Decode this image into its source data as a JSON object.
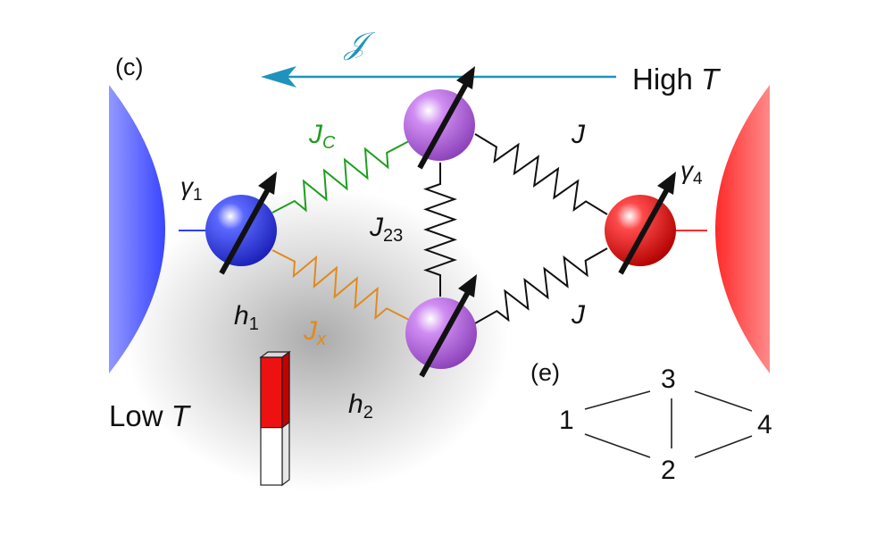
{
  "panel_labels": {
    "c": "(c)",
    "e": "(e)"
  },
  "current": {
    "symbol": "𝒥",
    "color": "#1f93bd"
  },
  "baths": {
    "high": {
      "prefix": "High ",
      "var": "T",
      "color": "#ff2a2a"
    },
    "low": {
      "prefix": "Low ",
      "var": "T",
      "color": "#2f3dff"
    }
  },
  "couplings": {
    "jc": {
      "base": "J",
      "sub": "C",
      "color": "#1e9e1e"
    },
    "jx": {
      "base": "J",
      "sub": "x",
      "color": "#e08a1e"
    },
    "j23": {
      "base": "J",
      "sub": "23"
    },
    "j_top": "J",
    "j_bottom": "J"
  },
  "dissipation": {
    "g1": {
      "base": "γ",
      "sub": "1"
    },
    "g4": {
      "base": "γ",
      "sub": "4"
    }
  },
  "fields": {
    "h1": {
      "base": "h",
      "sub": "1"
    },
    "h2": {
      "base": "h",
      "sub": "2"
    }
  },
  "spin_colors": {
    "s1": "#2f3dff",
    "s2": "#b366e0",
    "s3": "#b366e0",
    "s4": "#ff1a1a"
  },
  "meter": {
    "fill_fraction": 0.55,
    "fill_color": "#ee1111"
  },
  "graph": {
    "n1": "1",
    "n2": "2",
    "n3": "3",
    "n4": "4"
  }
}
